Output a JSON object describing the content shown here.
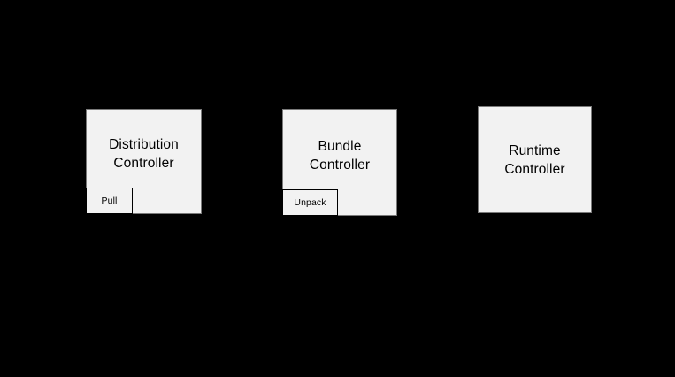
{
  "diagram": {
    "background_color": "#000000",
    "node_fill_color": "#f2f2f2",
    "node_border_color": "#7a7a7a",
    "subnode_border_color": "#000000",
    "text_color": "#000000",
    "nodes": [
      {
        "id": "distribution",
        "label": "Distribution\nController",
        "sub": {
          "id": "pull",
          "label": "Pull"
        }
      },
      {
        "id": "bundle",
        "label": "Bundle\nController",
        "sub": {
          "id": "unpack",
          "label": "Unpack"
        }
      },
      {
        "id": "runtime",
        "label": "Runtime\nController",
        "sub": null
      }
    ]
  }
}
